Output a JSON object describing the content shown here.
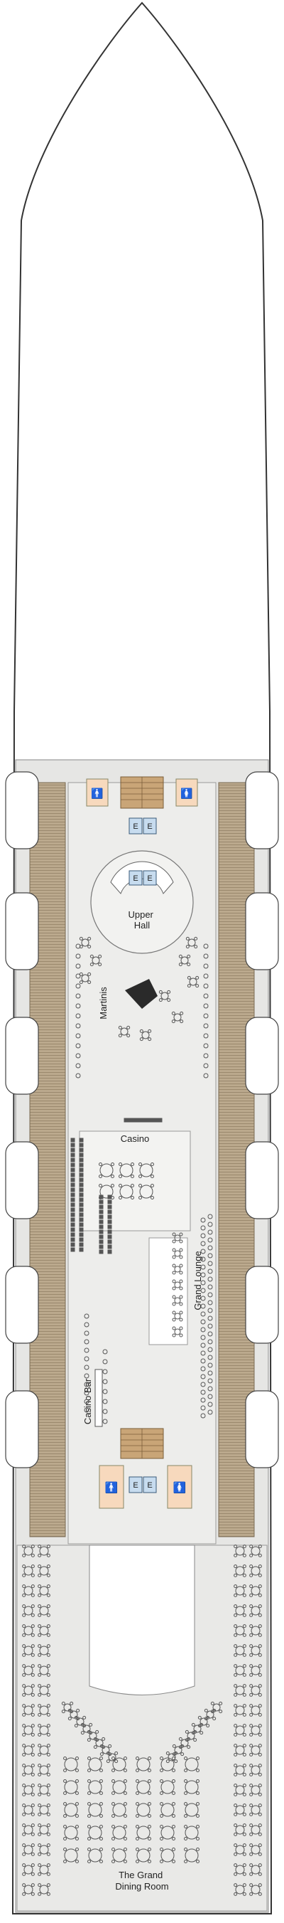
{
  "deck": {
    "venues": {
      "upper_hall": [
        "Upper",
        "Hall"
      ],
      "martinis": "Martinis",
      "casino": "Casino",
      "grand_lounge": "Grand Lounge",
      "casino_bar": "Casino Bar",
      "dining_room": [
        "The Grand",
        "Dining Room"
      ]
    },
    "elevator_label": "E",
    "colors": {
      "hull_line": "#333333",
      "deck_floor": "#e6e6e4",
      "promenade_planks": "#bba98d",
      "stair_wood": "#c9a577",
      "restroom": "#f7d9bd",
      "elevator": "#c7dcef",
      "furniture_line": "#555555",
      "lifeboat": "#ffffff"
    },
    "icons": {
      "restroom": "person-icon",
      "elevator": "elevator-icon",
      "stairs": "stairs-icon",
      "lifeboat": "lifeboat-icon",
      "table": "table-icon",
      "slot_machine": "slot-machine-icon"
    }
  }
}
